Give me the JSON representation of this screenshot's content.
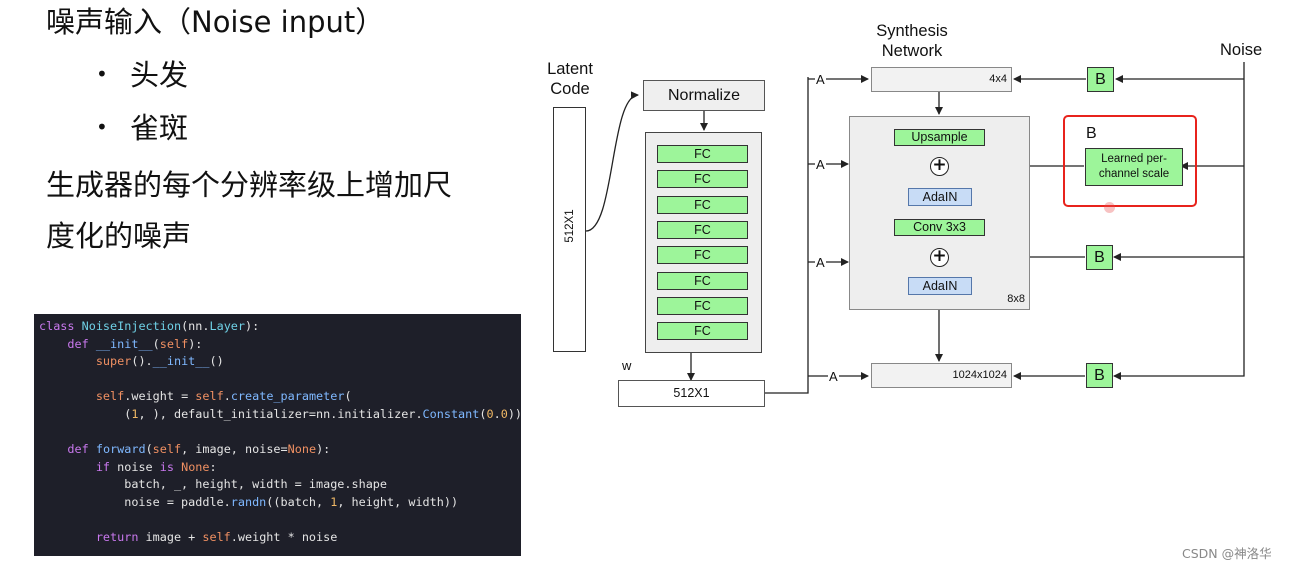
{
  "slide": {
    "heading": "噪声输入（Noise input）",
    "bullets": [
      "头发",
      "雀斑"
    ],
    "bullet_symbol": "•",
    "description": "生成器的每个分辨率级上增加尺度化的噪声"
  },
  "code": {
    "lines": [
      "class NoiseInjection(nn.Layer):",
      "    def __init__(self):",
      "        super().__init__()",
      "",
      "        self.weight = self.create_parameter(",
      "            (1, ), default_initializer=nn.initializer.Constant(0.0))",
      "",
      "    def forward(self, image, noise=None):",
      "        if noise is None:",
      "            batch, _, height, width = image.shape",
      "            noise = paddle.randn((batch, 1, height, width))",
      "",
      "        return image + self.weight * noise"
    ]
  },
  "diagram": {
    "latent_label": "Latent\nCode",
    "latent_dim": "512X1",
    "normalize": "Normalize",
    "fc_label": "FC",
    "fc_count": 8,
    "w_label": "w",
    "w_dim": "512X1",
    "synthesis_label": "Synthesis\nNetwork",
    "noise_label": "Noise",
    "block_4x4": "4x4",
    "upsample": "Upsample",
    "adain": "AdaIN",
    "conv": "Conv 3x3",
    "block_8x8": "8x8",
    "block_1024": "1024x1024",
    "a_label": "A",
    "b_label": "B",
    "b_detail_title": "B",
    "b_detail_text": "Learned per-\nchannel scale",
    "highlight_color": "#e8231c",
    "fc_color": "#9df59a",
    "adain_color": "#c8dcf6"
  },
  "watermark": "CSDN @神洛华"
}
